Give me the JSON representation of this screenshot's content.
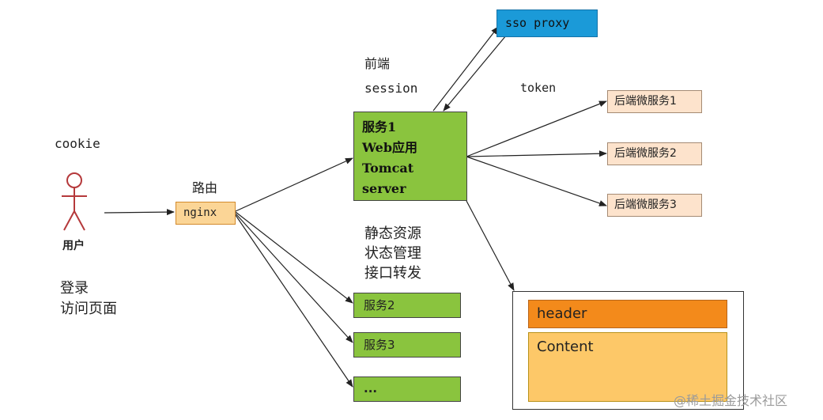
{
  "user": {
    "cookie_label": "cookie",
    "figure_label": "用户",
    "action_lines": [
      "登录",
      "访问页面"
    ]
  },
  "router": {
    "label": "路由",
    "nginx": "nginx"
  },
  "frontend": {
    "title_line1": "前端",
    "title_line2": "session",
    "main_service_lines": [
      "服务1",
      "Web应用",
      "Tomcat",
      "server"
    ],
    "responsibilities": [
      "静态资源",
      "状态管理",
      "接口转发"
    ],
    "other_services": [
      "服务2",
      "服务3",
      "..."
    ]
  },
  "sso": {
    "label": "sso proxy"
  },
  "backend": {
    "token_label": "token",
    "services": [
      "后端微服务1",
      "后端微服务2",
      "后端微服务3"
    ]
  },
  "page_layout": {
    "header": "header",
    "content": "Content"
  },
  "watermark": "@稀土掘金技术社区",
  "colors": {
    "service_green": "#8ac43e",
    "sso_blue": "#1b9ad8",
    "nginx_orange": "#fbd596",
    "backend_peach": "#fde3cc",
    "header_orange": "#f38a1b",
    "content_yellow": "#fdc868"
  }
}
